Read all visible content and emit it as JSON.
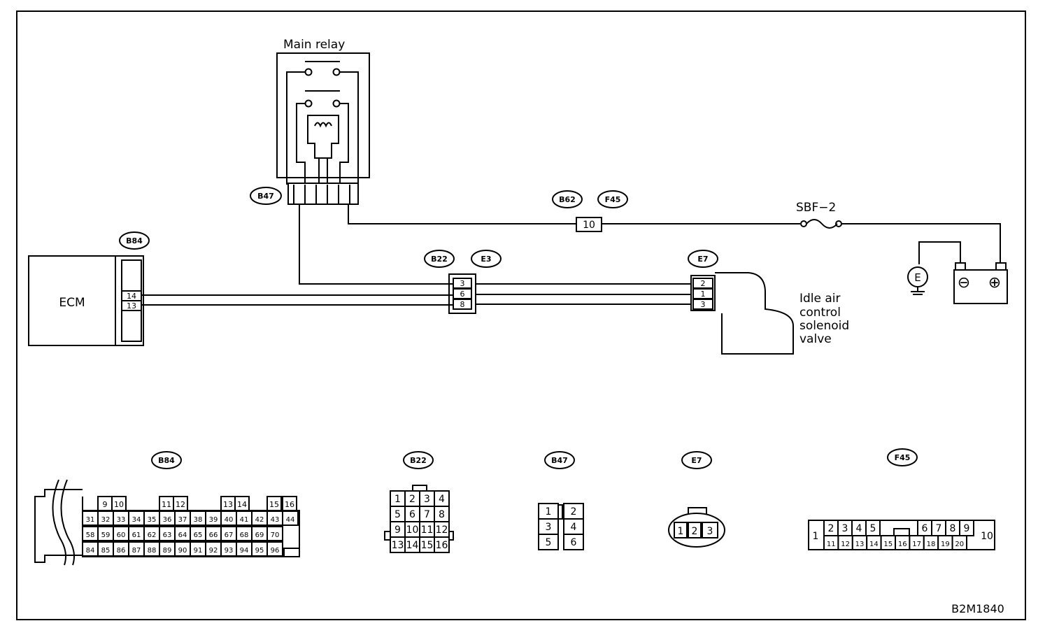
{
  "diagram": {
    "main_relay_label": "Main relay",
    "ecm_label": "ECM",
    "fuse_label": "SBF−2",
    "valve_label_lines": [
      "Idle air",
      "control",
      "solenoid",
      "valve"
    ],
    "ground_symbol": "E",
    "battery_symbols": [
      "⊖",
      "⊕"
    ],
    "figure_code": "B2M1840",
    "connector_tags": {
      "relay": "B47",
      "fuse_left": "B62",
      "fuse_right": "F45",
      "ecm": "B84",
      "mid_left": "B22",
      "mid_right": "E3",
      "valve": "E7"
    },
    "pins": {
      "ecm": [
        "14",
        "13"
      ],
      "mid": [
        "3",
        "6",
        "8"
      ],
      "valve": [
        "2",
        "1",
        "3"
      ],
      "fuse": "10"
    }
  },
  "connectors": {
    "b84": {
      "tag": "B84",
      "row1": [
        "9",
        "10",
        "11",
        "12",
        "13",
        "14",
        "15",
        "16"
      ],
      "row2": [
        "31",
        "32",
        "33",
        "34",
        "35",
        "36",
        "37",
        "38",
        "39",
        "40",
        "41",
        "42",
        "43",
        "44"
      ],
      "row3": [
        "58",
        "59",
        "60",
        "61",
        "62",
        "63",
        "64",
        "65",
        "66",
        "67",
        "68",
        "69",
        "70"
      ],
      "row4": [
        "84",
        "85",
        "86",
        "87",
        "88",
        "89",
        "90",
        "91",
        "92",
        "93",
        "94",
        "95",
        "96"
      ]
    },
    "b22": {
      "tag": "B22",
      "rows": [
        [
          "1",
          "2",
          "3",
          "4"
        ],
        [
          "5",
          "6",
          "7",
          "8"
        ],
        [
          "9",
          "10",
          "11",
          "12"
        ],
        [
          "13",
          "14",
          "15",
          "16"
        ]
      ]
    },
    "b47": {
      "tag": "B47",
      "rows": [
        [
          "1",
          "2"
        ],
        [
          "3",
          "4"
        ],
        [
          "5",
          "6"
        ]
      ]
    },
    "e7": {
      "tag": "E7",
      "pins": [
        "1",
        "2",
        "3"
      ]
    },
    "f45": {
      "tag": "F45",
      "left": "1",
      "right": "10",
      "top": [
        "2",
        "3",
        "4",
        "5",
        "6",
        "7",
        "8",
        "9"
      ],
      "bottom": [
        "11",
        "12",
        "13",
        "14",
        "15",
        "16",
        "17",
        "18",
        "19",
        "20"
      ]
    }
  }
}
